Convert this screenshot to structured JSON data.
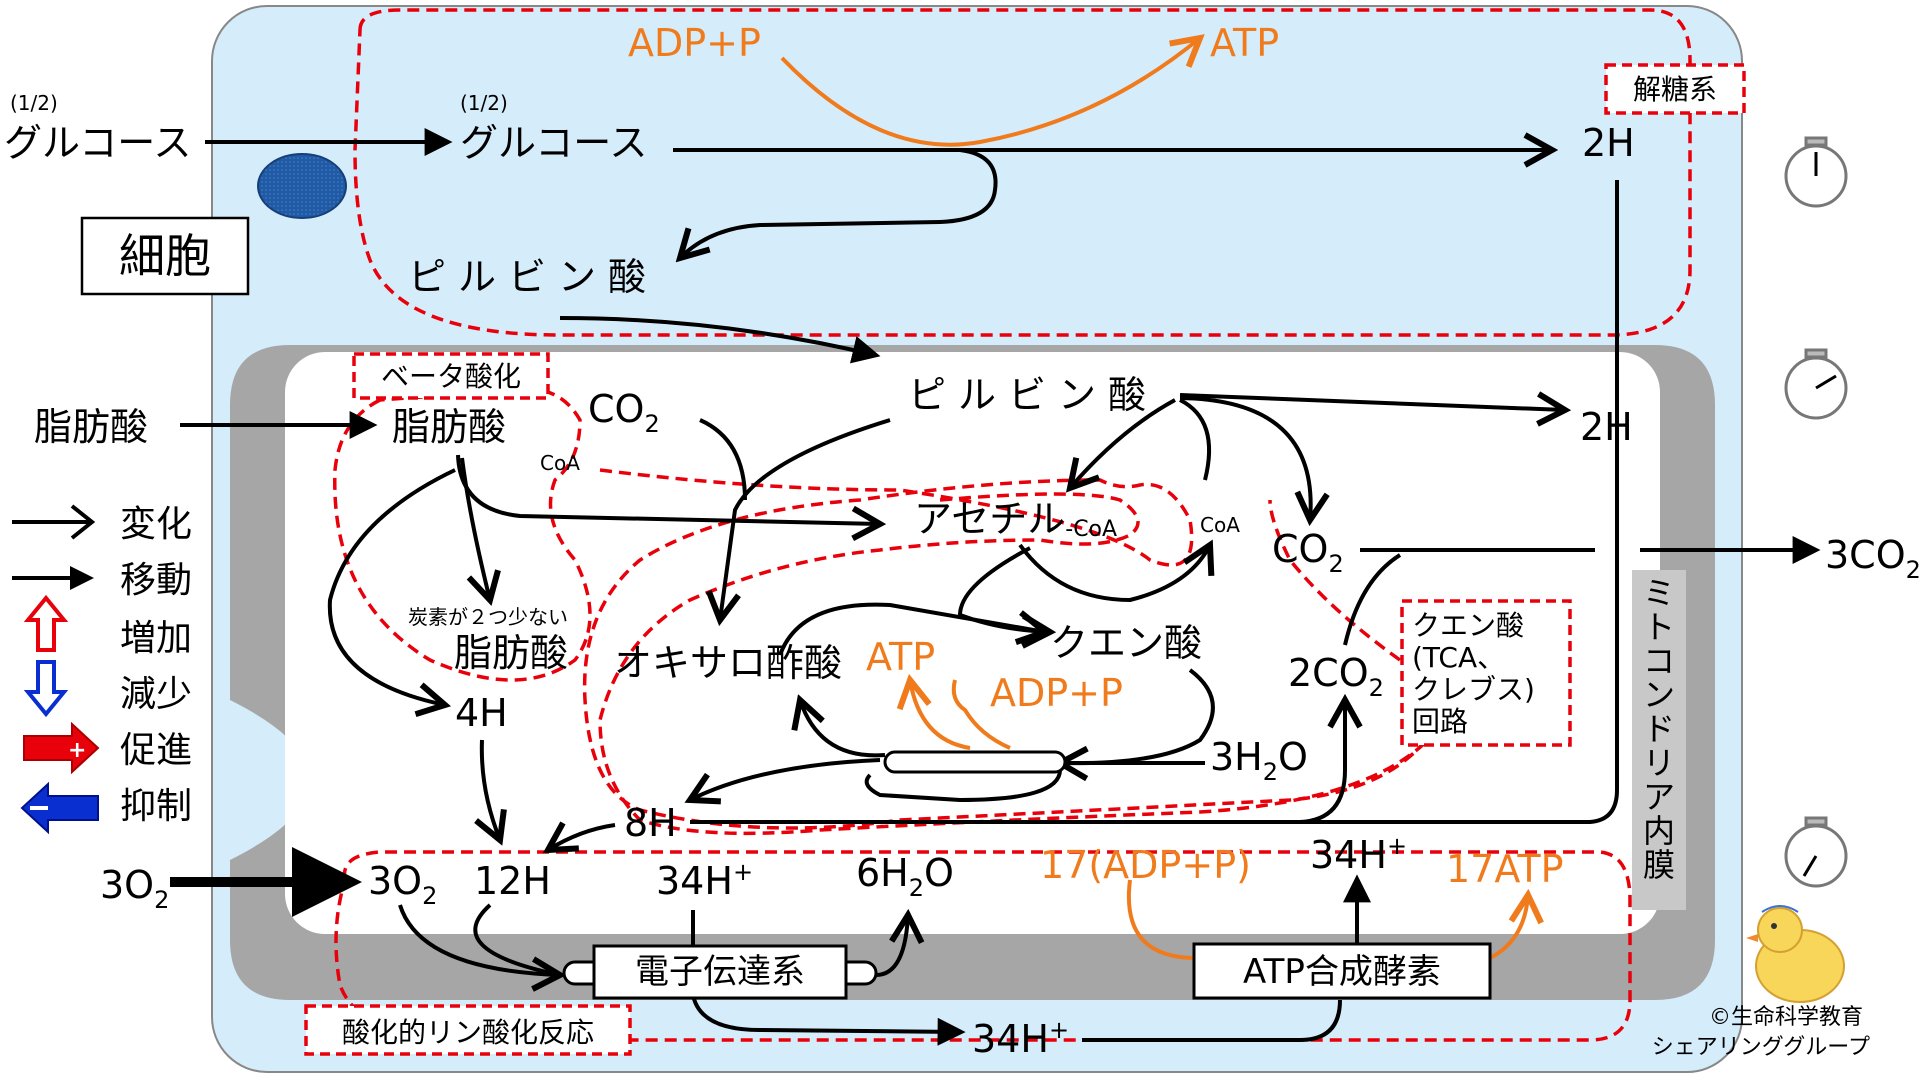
{
  "colors": {
    "cytoplasm": "#d5ecfb",
    "membrane_gray": "#a6a6a6",
    "matrix": "#ffffff",
    "nucleus": "#1f5aa6",
    "region_border": "#e8000b",
    "energy": "#f07b1c",
    "ink": "#000000"
  },
  "cell": {
    "title": "細胞"
  },
  "glycolysis": {
    "label": "解糖系",
    "half_outside": "(1/2)",
    "glucose_outside": "グルコース",
    "half_inside": "(1/2)",
    "glucose_inside": "グルコース",
    "adp_p": "ADP+P",
    "atp": "ATP",
    "hydrogen": "2H",
    "pyruvate": "ピルビン酸"
  },
  "mitochondria": {
    "membrane_label": "ミトコンドリア内膜",
    "pyruvate": "ピルビン酸",
    "hydrogen_2h": "2H",
    "co2_top": "CO",
    "co2_top_sub": "2",
    "coa_left": "CoA",
    "coa_right": "CoA",
    "acetyl": "アセチル",
    "acetyl_sub": "-CoA",
    "co2_mid": "CO",
    "co2_mid_sub": "2",
    "co2_out": "3CO",
    "co2_out_sub": "2"
  },
  "beta_oxidation": {
    "label": "ベータ酸化",
    "fatty_acid_outside": "脂肪酸",
    "fatty_acid_inside": "脂肪酸",
    "short_note": "炭素が２つ少ない",
    "short_fatty_acid": "脂肪酸",
    "hydrogen": "4H"
  },
  "citric_cycle": {
    "label_lines": [
      "クエン酸",
      "(TCA、",
      "クレブス)",
      "回路"
    ],
    "oxaloacetate": "オキサロ酢酸",
    "citrate": "クエン酸",
    "atp": "ATP",
    "adp_p": "ADP+P",
    "co2": "2CO",
    "co2_sub": "2",
    "water": "3H",
    "water_sub": "2",
    "water_tail": "O",
    "hydrogen": "8H"
  },
  "oxidative_phosphorylation": {
    "label": "酸化的リン酸化反応",
    "o2_outside": "3O",
    "o2_outside_sub": "2",
    "o2_inside": "3O",
    "o2_inside_sub": "2",
    "hydrogen_12": "12H",
    "proton_a": "34H",
    "proton_a_sup": "+",
    "water": "6H",
    "water_sub": "2",
    "water_tail": "O",
    "adp_p": "17(ADP+P)",
    "proton_b": "34H",
    "proton_b_sup": "+",
    "atp": "17ATP",
    "electron_transport": "電子伝達系",
    "atp_synthase": "ATP合成酵素",
    "proton_c": "34H",
    "proton_c_sup": "+"
  },
  "legend": [
    {
      "icon": "open-arrow-icon",
      "label": "変化"
    },
    {
      "icon": "solid-arrow-icon",
      "label": "移動"
    },
    {
      "icon": "up-arrow-icon",
      "label": "増加"
    },
    {
      "icon": "down-arrow-icon",
      "label": "減少"
    },
    {
      "icon": "promote-arrow-icon",
      "label": "促進"
    },
    {
      "icon": "inhibit-arrow-icon",
      "label": "抑制"
    }
  ],
  "credit": {
    "line1": "©生命科学教育",
    "line2": "シェアリンググループ"
  }
}
